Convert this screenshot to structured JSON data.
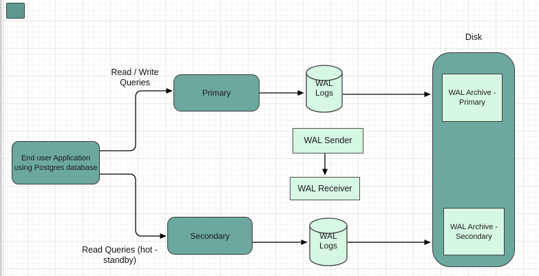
{
  "canvas": {
    "grid": "on",
    "background": "#FFFFFF"
  },
  "diagram": {
    "nodes": {
      "end_user": {
        "line1": "End user Application",
        "line2": "using Postgres database"
      },
      "primary": {
        "label": "Primary"
      },
      "secondary": {
        "label": "Secondary"
      },
      "wal_logs_primary": {
        "line1": "WAL",
        "line2": "Logs"
      },
      "wal_logs_secondary": {
        "line1": "WAL",
        "line2": "Logs"
      },
      "wal_sender": {
        "label": "WAL Sender"
      },
      "wal_receiver": {
        "label": "WAL Receiver"
      },
      "disk": {
        "label": "Disk"
      },
      "wal_archive_primary": {
        "line1": "WAL Archive -",
        "line2": "Primary"
      },
      "wal_archive_secondary": {
        "line1": "WAL Archive -",
        "line2": "Secondary"
      }
    },
    "edge_labels": {
      "read_write": {
        "line1": "Read / Write",
        "line2": "Queries"
      },
      "read_queries": {
        "line1": "Read Queries (hot -",
        "line2": "standby)"
      }
    },
    "edges": [
      "end_user -> primary",
      "end_user -> secondary",
      "primary -> wal_logs_primary",
      "wal_logs_primary -> wal_archive_primary (disk)",
      "wal_sender -> wal_receiver",
      "secondary -> wal_logs_secondary",
      "wal_logs_secondary -> wal_archive_secondary (disk)"
    ],
    "colors": {
      "node_teal": "#6CA89D",
      "node_mint": "#D6F7E3",
      "node_border": "#3A3A3A",
      "edge_color": "#000000",
      "text_color": "#1A1A1A"
    }
  }
}
